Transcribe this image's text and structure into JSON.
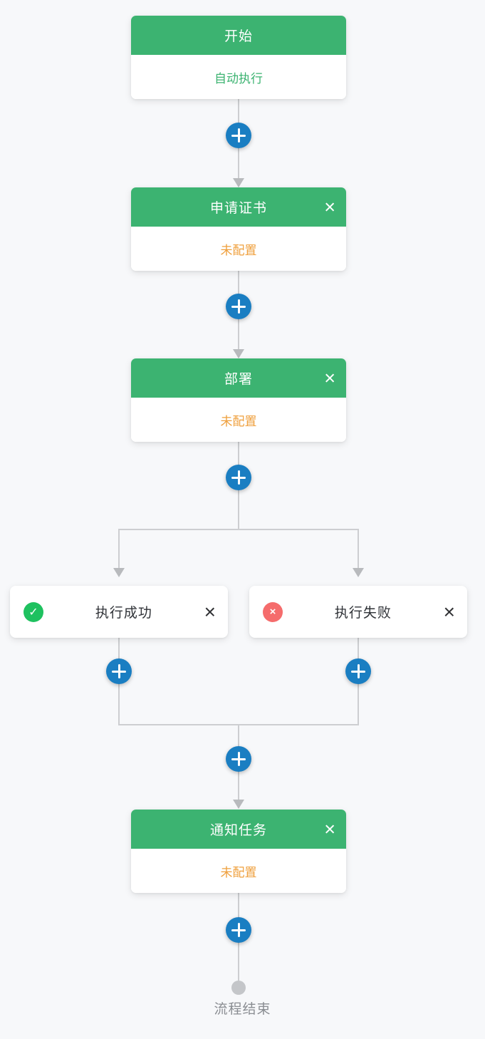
{
  "flow": {
    "nodes": [
      {
        "title": "开始",
        "status": "自动执行",
        "kind": "start"
      },
      {
        "title": "申请证书",
        "status": "未配置",
        "kind": "task"
      },
      {
        "title": "部署",
        "status": "未配置",
        "kind": "task"
      },
      {
        "title": "执行成功",
        "kind": "branch-success"
      },
      {
        "title": "执行失败",
        "kind": "branch-fail"
      },
      {
        "title": "通知任务",
        "status": "未配置",
        "kind": "task"
      }
    ],
    "end_label": "流程结束"
  },
  "icons": {
    "plus": "+",
    "close": "×",
    "check": "✓",
    "cross": "×"
  },
  "colors": {
    "background": "#f7f8fa",
    "node_header_green": "#3cb371",
    "status_ok_text": "#3cb371",
    "status_warn_text": "#ef9f3c",
    "plus_button_blue": "#1a7ec2",
    "success_icon_green": "#1ec15f",
    "fail_icon_red": "#f56c6c",
    "connector_gray": "#cdced1",
    "end_dot_gray": "#c4c6c9",
    "end_label_gray": "#8a8d92"
  }
}
